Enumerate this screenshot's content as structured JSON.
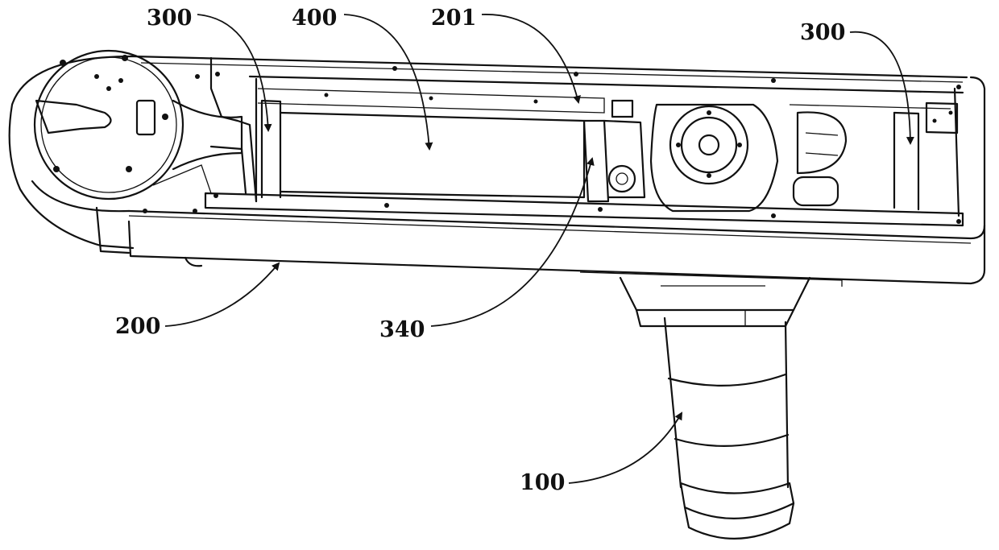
{
  "labels": {
    "l300_left": "300",
    "l400": "400",
    "l201": "201",
    "l300_right": "300",
    "l200": "200",
    "l340": "340",
    "l100": "100"
  }
}
